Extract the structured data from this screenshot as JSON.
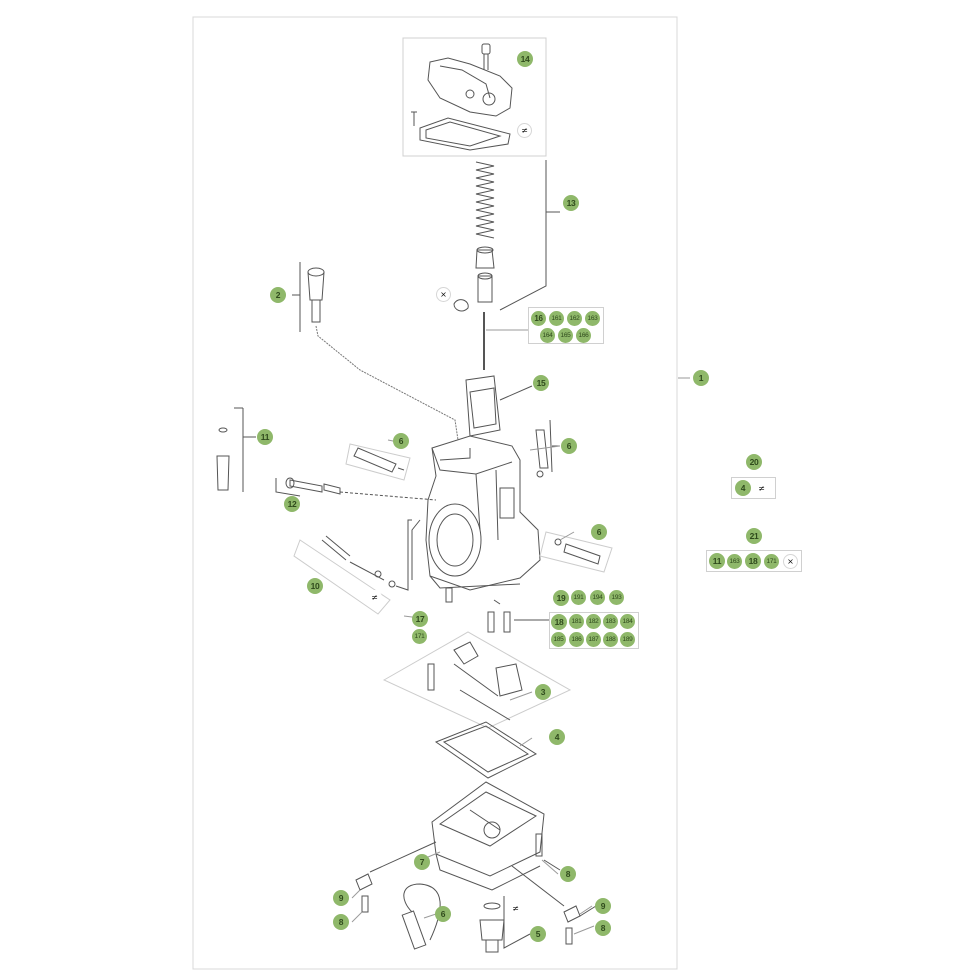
{
  "callouts": {
    "c14": "14",
    "c13": "13",
    "c2": "2",
    "c16": "16",
    "c161": "161",
    "c162": "162",
    "c163": "163",
    "c164": "164",
    "c165": "165",
    "c166": "166",
    "c15": "15",
    "c1": "1",
    "c11": "11",
    "c6a": "6",
    "c6b": "6",
    "c6c": "6",
    "c12": "12",
    "c10": "10",
    "c17": "17",
    "c171": "171",
    "c19": "19",
    "c191": "191",
    "c194": "194",
    "c193": "193",
    "c18": "18",
    "c181": "181",
    "c182": "182",
    "c183": "183",
    "c184": "184",
    "c185": "185",
    "c186": "186",
    "c187": "187",
    "c188": "188",
    "c189": "189",
    "c3": "3",
    "c4": "4",
    "c7": "7",
    "c8a": "8",
    "c8b": "8",
    "c8c": "8",
    "c9a": "9",
    "c9b": "9",
    "c6d": "6",
    "c5": "5",
    "c20": "20",
    "c20_4": "4",
    "c21": "21",
    "c21_11": "11",
    "c21_163": "163",
    "c21_18": "18",
    "c21_171": "171"
  },
  "symbols": {
    "ne": "≠",
    "x": "×"
  },
  "colors": {
    "badge": "#8fb86a",
    "line": "#777777",
    "frame": "#d8d8d8"
  }
}
